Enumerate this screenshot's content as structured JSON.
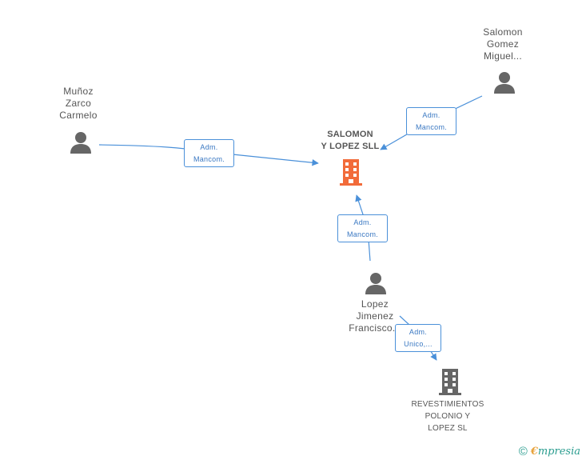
{
  "nodes": {
    "center": {
      "lines": [
        "SALOMON",
        "Y LOPEZ SLL"
      ]
    },
    "munoz": {
      "lines": [
        "Muñoz",
        "Zarco",
        "Carmelo"
      ]
    },
    "salomon": {
      "lines": [
        "Salomon",
        "Gomez",
        "Miguel..."
      ]
    },
    "lopez": {
      "lines": [
        "Lopez",
        "Jimenez",
        "Francisco..."
      ]
    },
    "revestimientos": {
      "lines": [
        "REVESTIMIENTOS",
        "POLONIO Y",
        "LOPEZ SL"
      ]
    }
  },
  "relations": {
    "munoz_center": {
      "lines": [
        "Adm.",
        "Mancom."
      ]
    },
    "salomon_center": {
      "lines": [
        "Adm.",
        "Mancom."
      ]
    },
    "lopez_center": {
      "lines": [
        "Adm.",
        "Mancom."
      ]
    },
    "lopez_revestimientos": {
      "lines": [
        "Adm.",
        "Unico,..."
      ]
    }
  },
  "footer": {
    "copyright_symbol": "©",
    "brand_initial": "€",
    "brand_rest": "mpresia"
  },
  "colors": {
    "center_company": "#f26b3a",
    "company": "#666666",
    "person": "#666666",
    "edge": "#4a90d9",
    "label_text": "#555555"
  },
  "icons": {
    "person": "person-icon",
    "company": "building-icon"
  }
}
